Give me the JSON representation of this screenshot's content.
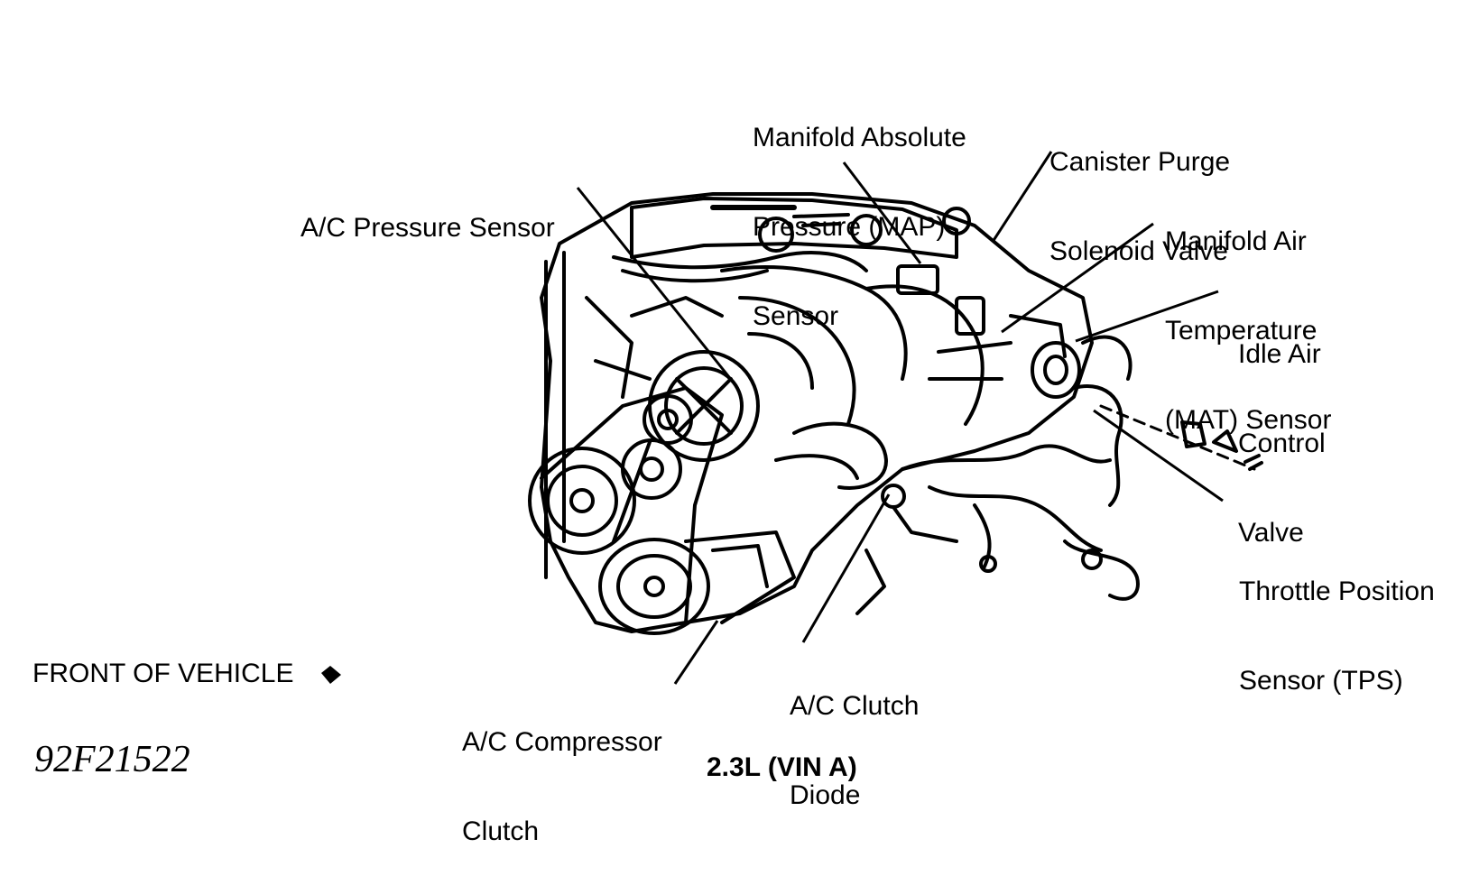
{
  "labels": {
    "map_sensor": [
      "Manifold Absolute",
      "Pressure (MAP)",
      "Sensor"
    ],
    "canister_purge": [
      "Canister Purge",
      "Solenoid Valve"
    ],
    "ac_pressure_sensor": [
      "A/C Pressure Sensor"
    ],
    "mat_sensor": [
      "Manifold Air",
      "Temperature",
      "(MAT) Sensor"
    ],
    "idle_air_control": [
      "Idle Air",
      "Control",
      "Valve"
    ],
    "tps": [
      "Throttle Position",
      "Sensor (TPS)"
    ],
    "ac_clutch_diode": [
      "A/C Clutch",
      "Diode"
    ],
    "ac_compressor_clutch": [
      "A/C Compressor",
      "Clutch"
    ]
  },
  "front_of_vehicle": "FRONT OF VEHICLE",
  "figure_id": "92F21522",
  "engine_caption": "2.3L (VIN A)"
}
